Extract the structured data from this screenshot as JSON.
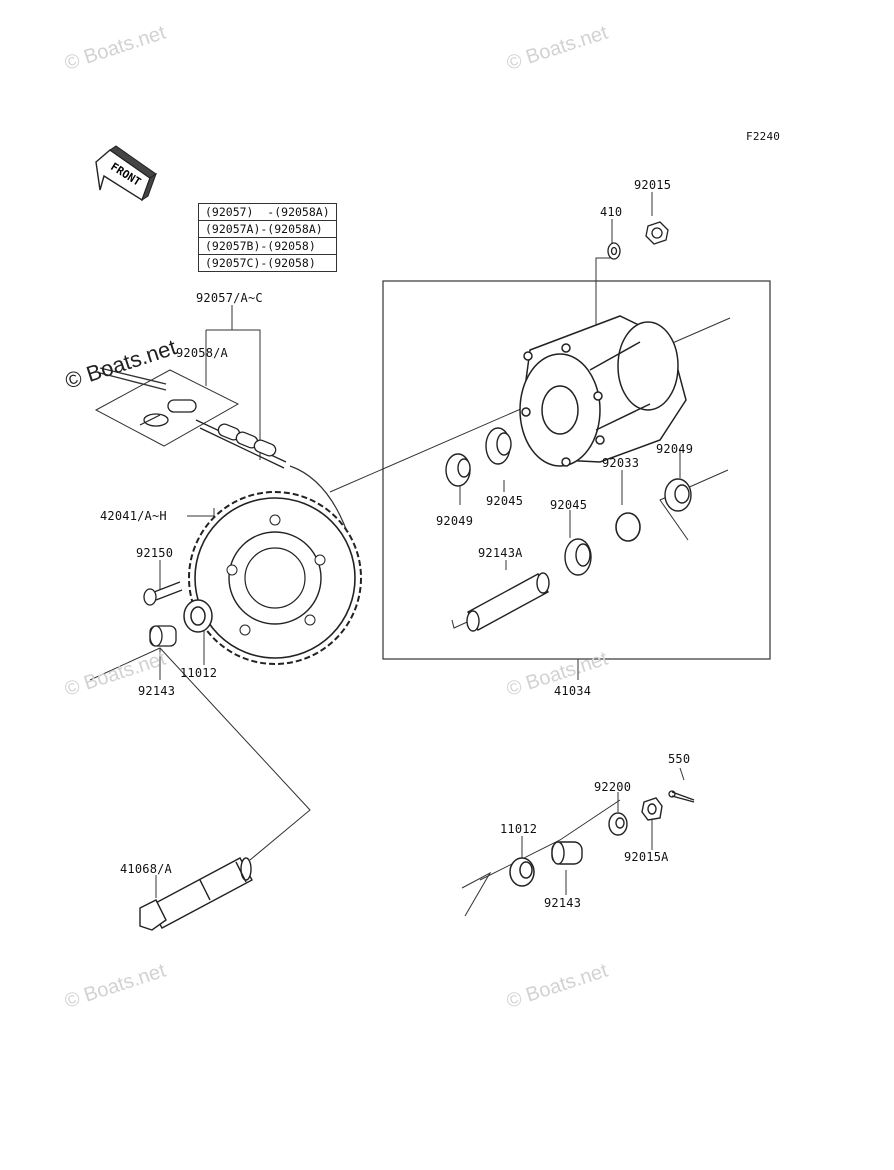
{
  "figure_code": "F2240",
  "front_label": "FRONT",
  "watermark": "© Boats.net",
  "chain_table": [
    "(92057)  -(92058A)",
    "(92057A)-(92058A)",
    "(92057B)-(92058)",
    "(92057C)-(92058)"
  ],
  "labels": {
    "l92015": "92015",
    "l410": "410",
    "l92057": "92057/A~C",
    "l92058": "92058/A",
    "l92049a": "92049",
    "l92049b": "92049",
    "l92045a": "92045",
    "l92045b": "92045",
    "l92033": "92033",
    "l42041": "42041/A~H",
    "l92150": "92150",
    "l92143A": "92143A",
    "l11012a": "11012",
    "l92143a": "92143",
    "l41034": "41034",
    "l550": "550",
    "l92200": "92200",
    "l11012b": "11012",
    "l92015A": "92015A",
    "l92143b": "92143",
    "l41068": "41068/A"
  }
}
